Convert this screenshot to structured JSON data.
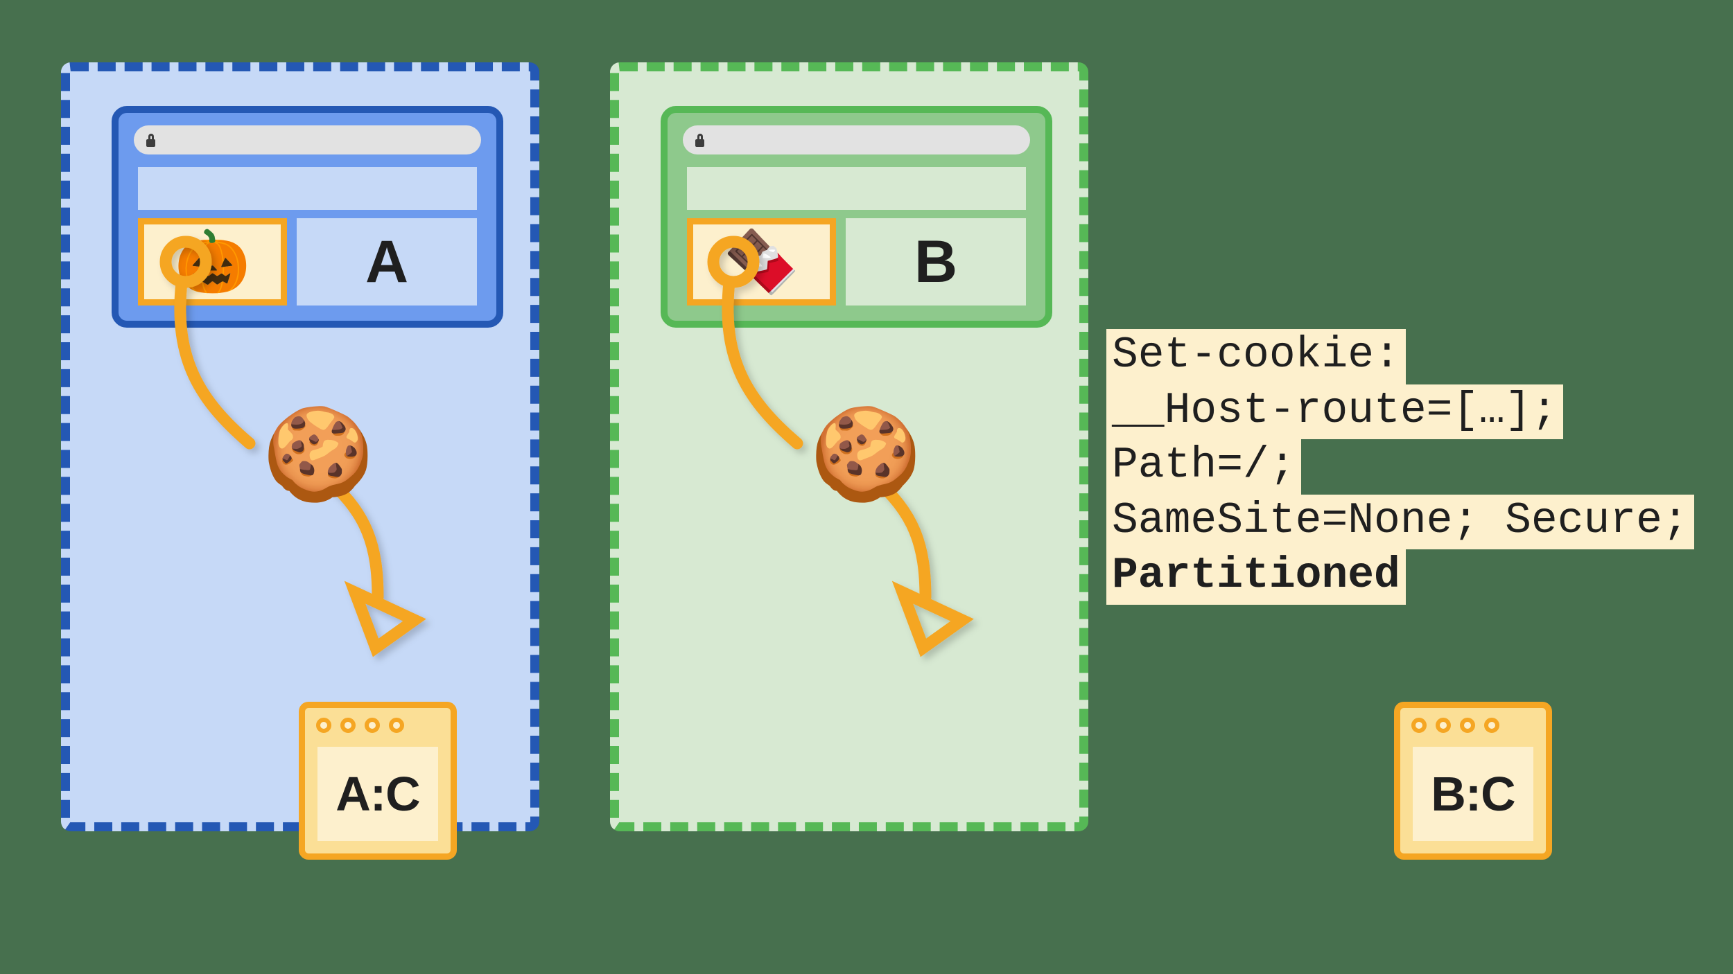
{
  "background_color": "#47704e",
  "accent_colors": {
    "partition_a_border": "#2458b4",
    "partition_a_fill": "#c6d9f7",
    "partition_b_border": "#56b856",
    "partition_b_fill": "#d7e9d2",
    "cookie_orange": "#f5a623",
    "code_background": "#fdf0cd"
  },
  "partitions": [
    {
      "id": "a",
      "browser": {
        "url_bar_icon": "lock-icon",
        "embed_icon": "jack-o-lantern-emoji",
        "embed_glyph": "🎃",
        "main_pane_label": "A"
      },
      "cookie_icon": "cookie-emoji",
      "cookie_glyph": "🍪",
      "storage": {
        "label": "A:C",
        "dots": 4
      }
    },
    {
      "id": "b",
      "browser": {
        "url_bar_icon": "lock-icon",
        "embed_icon": "chocolate-bar-emoji",
        "embed_glyph": "🍫",
        "main_pane_label": "B"
      },
      "cookie_icon": "cookie-emoji",
      "cookie_glyph": "🍪",
      "storage": {
        "label": "B:C",
        "dots": 4
      }
    }
  ],
  "code_block": {
    "lines": [
      {
        "text": "Set-cookie:",
        "bold": false
      },
      {
        "text": "__Host-route=[…];",
        "bold": false
      },
      {
        "text": "Path=/;",
        "bold": false
      },
      {
        "text": "SameSite=None; Secure;",
        "bold": false
      },
      {
        "text": "Partitioned",
        "bold": true
      }
    ]
  }
}
